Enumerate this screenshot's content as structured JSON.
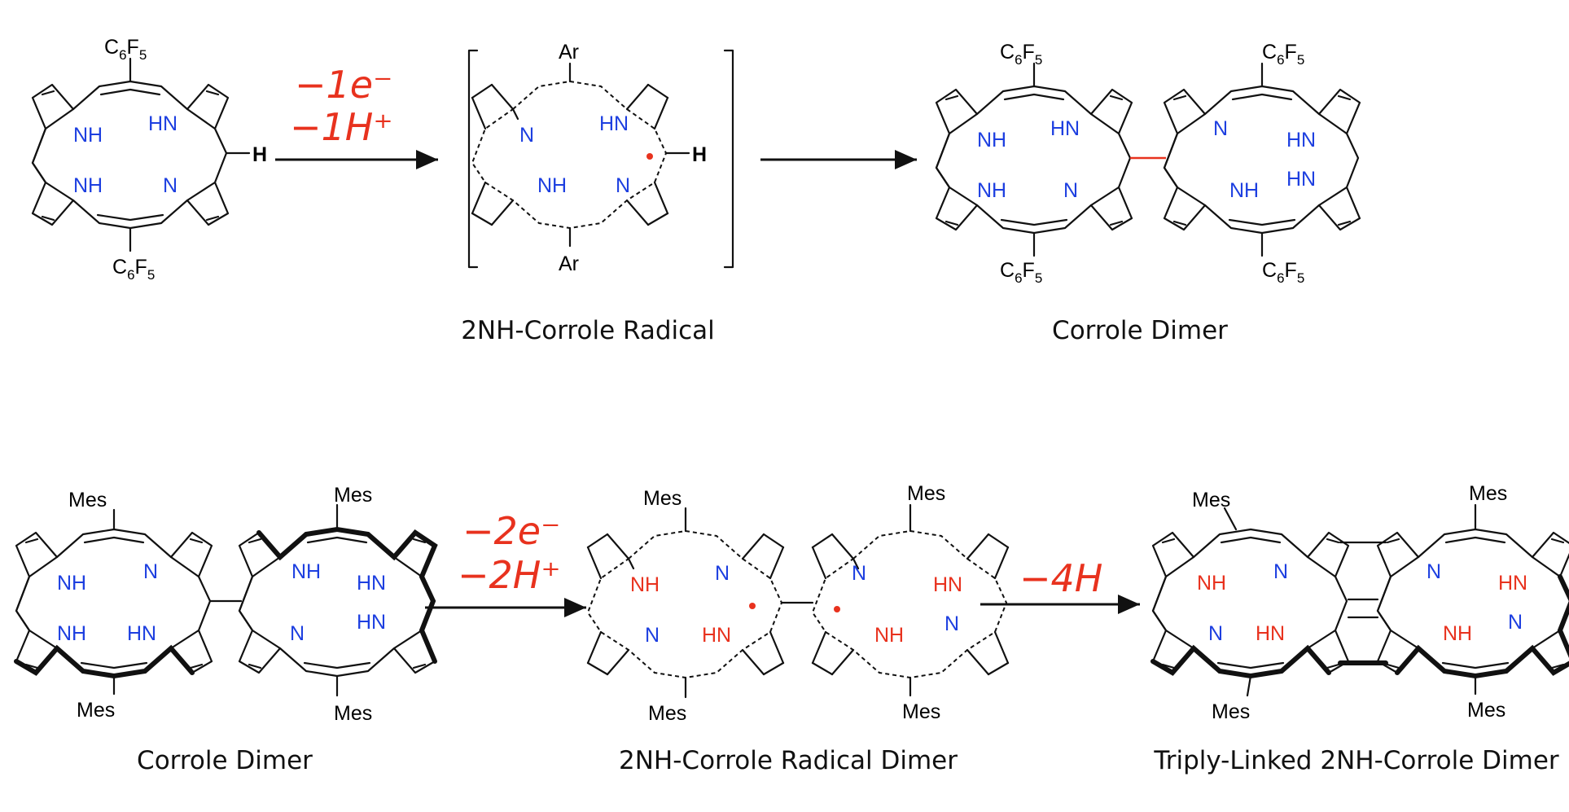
{
  "colors": {
    "nitrogen": "#1d3fe0",
    "reactive_nh": "#e8321e",
    "bond": "#111111",
    "radical": "#e8321e"
  },
  "row1": {
    "step1": {
      "line1": "−1e⁻",
      "line2": "−1H⁺"
    },
    "start": {
      "top": "C6F5",
      "bottom": "C6F5",
      "h": "H",
      "n1": "NH",
      "n2": "HN",
      "n3": "NH",
      "n4": "N"
    },
    "radical": {
      "top": "Ar",
      "bottom": "Ar",
      "h": "H",
      "n1": "N",
      "n2": "HN",
      "n3": "NH",
      "n4": "N",
      "caption": "2NH-Corrole Radical"
    },
    "dimer": {
      "c6f5": "C6F5",
      "la": "NH",
      "lb": "HN",
      "lc": "NH",
      "ld": "N",
      "ra": "N",
      "rb": "HN",
      "rc": "NH",
      "rd": "HN",
      "caption": "Corrole Dimer"
    }
  },
  "row2": {
    "dimer": {
      "mes": "Mes",
      "la": "NH",
      "lb": "N",
      "lc": "NH",
      "ld": "HN",
      "ra": "NH",
      "rb": "HN",
      "rc": "N",
      "rd": "HN",
      "caption": "Corrole Dimer"
    },
    "step2": {
      "line1": "−2e⁻",
      "line2": "−2H⁺"
    },
    "radical_dimer": {
      "mes": "Mes",
      "la": "NH",
      "lb": "N",
      "lc": "N",
      "ld": "HN",
      "ra": "N",
      "rb": "HN",
      "rc": "NH",
      "rd": "N",
      "caption": "2NH-Corrole Radical Dimer"
    },
    "step3": {
      "line1": "−4H"
    },
    "triply": {
      "mes": "Mes",
      "la": "NH",
      "lb": "N",
      "lc": "N",
      "ld": "HN",
      "ra": "N",
      "rb": "HN",
      "rc": "NH",
      "rd": "N",
      "caption": "Triply-Linked 2NH-Corrole Dimer"
    }
  }
}
